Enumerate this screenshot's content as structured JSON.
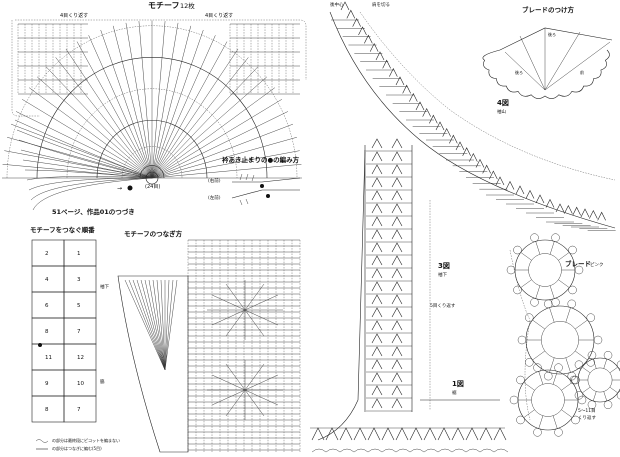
{
  "titles": {
    "motif": "モチーフ",
    "motif_count": "12枚",
    "braid_attach": "ブレードのつけ方",
    "motif_order": "モチーフをつなぐ順番",
    "motif_join": "モチーフのつなぎ方",
    "collar_edge": "衿あき止まりの●の編み方",
    "page_note": "51ページ、作品01のつづき",
    "braid": "ブレード",
    "braid_color": "ピンク"
  },
  "figures": {
    "fig4": "4図",
    "fig4_sub": "袖山",
    "fig3": "3図",
    "fig3_sub": "袖下",
    "fig1": "1図",
    "fig1_sub": "裾"
  },
  "notes": {
    "repeat4": "4目くり返す",
    "ring24": "(24目)",
    "center_back": "後中心",
    "shoulder": "肩を切る",
    "repeat5": "5目くり返す",
    "right_front": "(右前)",
    "left_front": "(左前)",
    "sleeve_under": "袖下",
    "side": "脇",
    "back_label": "後ろ",
    "front_label": "前",
    "repeat_n": "5～11目",
    "repeat_n2": "くり返す",
    "legend1": "の部分は最終段にピコットを編まない",
    "legend2": "の部分はつなぎに編む(5目)",
    "braid_left": "後ろ",
    "braid_right": "前"
  },
  "order_grid": [
    [
      "2",
      "1"
    ],
    [
      "4",
      "3"
    ],
    [
      "6",
      "5"
    ],
    [
      "8",
      "7"
    ],
    [
      "11",
      "12"
    ],
    [
      "9",
      "10"
    ],
    [
      "8",
      "7"
    ]
  ],
  "icons": {
    "dot": "filled-dot-icon",
    "arrow": "arrow-icon",
    "circle_marker": "numbered-circle-icon"
  }
}
